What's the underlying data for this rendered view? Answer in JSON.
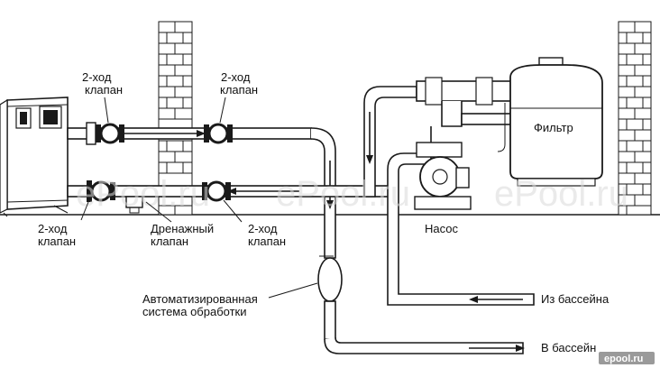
{
  "labels": {
    "valve_top_left": [
      "2-ход",
      "клапан"
    ],
    "valve_top_right": [
      "2-ход",
      "клапан"
    ],
    "valve_bottom_left": [
      "2-ход",
      "клапан"
    ],
    "drain_valve": [
      "Дренажный",
      "клапан"
    ],
    "valve_bottom_right": [
      "2-ход",
      "клапан"
    ],
    "filter": "Фильтр",
    "pump": "Насос",
    "treatment": [
      "Автоматизированная",
      "система обработки"
    ],
    "from_pool": "Из бассейна",
    "to_pool": "В бассейн"
  },
  "watermarks": {
    "main": "ePool.ru",
    "corner": "epool.ru"
  }
}
